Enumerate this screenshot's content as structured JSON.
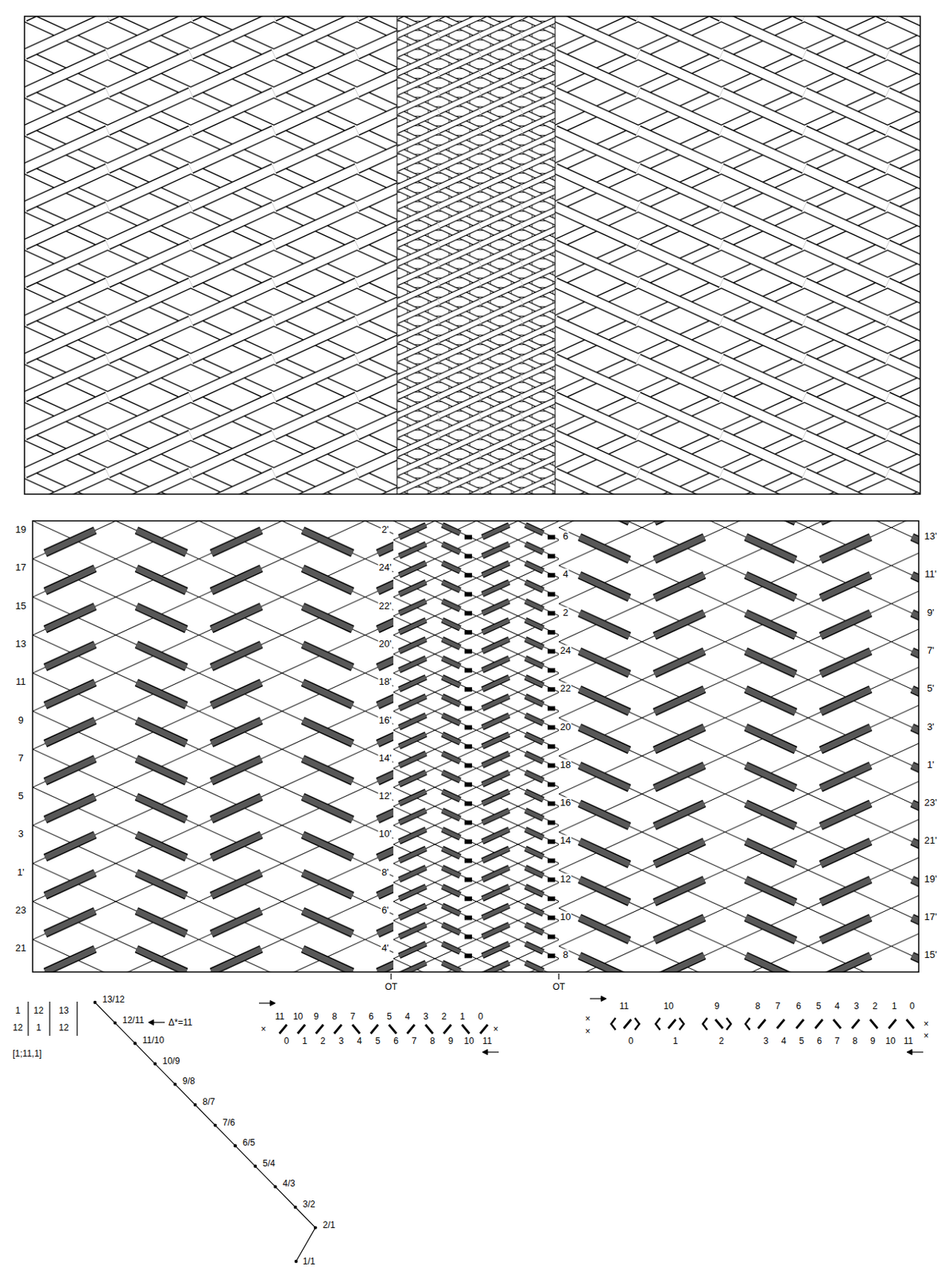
{
  "diagram": {
    "labels": [
      "19",
      "17",
      "15",
      "13",
      "11",
      "9",
      "7",
      "5",
      "3",
      "1'",
      "23",
      "21",
      "2'",
      "24'",
      "22'",
      "20'",
      "18'",
      "16'",
      "14'",
      "12'",
      "10'",
      "8'",
      "6'",
      "4'",
      "6",
      "4",
      "2",
      "24",
      "22",
      "20",
      "18",
      "16",
      "14",
      "12",
      "10",
      "8",
      "13'",
      "11'",
      "9'",
      "7'",
      "5'",
      "3'",
      "1'",
      "23'",
      "21'",
      "19'",
      "17'",
      "15'",
      "OT",
      "OT",
      "1",
      "12",
      "12",
      "1",
      "13",
      "12",
      "[1;11,1]",
      "13/12",
      "12/11",
      "Δ*=11",
      "11/10",
      "10/9",
      "9/8",
      "8/7",
      "7/6",
      "6/5",
      "5/4",
      "4/3",
      "3/2",
      "2/1",
      "1/1",
      "×",
      "11",
      "10",
      "9",
      "8",
      "7",
      "6",
      "5",
      "4",
      "3",
      "2",
      "1",
      "0",
      "0",
      "1",
      "2",
      "3",
      "4",
      "5",
      "6",
      "7",
      "8",
      "9",
      "10",
      "11",
      "×",
      "×",
      "×",
      "11",
      "10",
      "9",
      "8",
      "7",
      "6",
      "5",
      "4",
      "3",
      "2",
      "1",
      "0",
      "0",
      "1",
      "2",
      "3",
      "4",
      "5",
      "6",
      "7",
      "8",
      "9",
      "10",
      "11",
      "×",
      "×"
    ]
  }
}
